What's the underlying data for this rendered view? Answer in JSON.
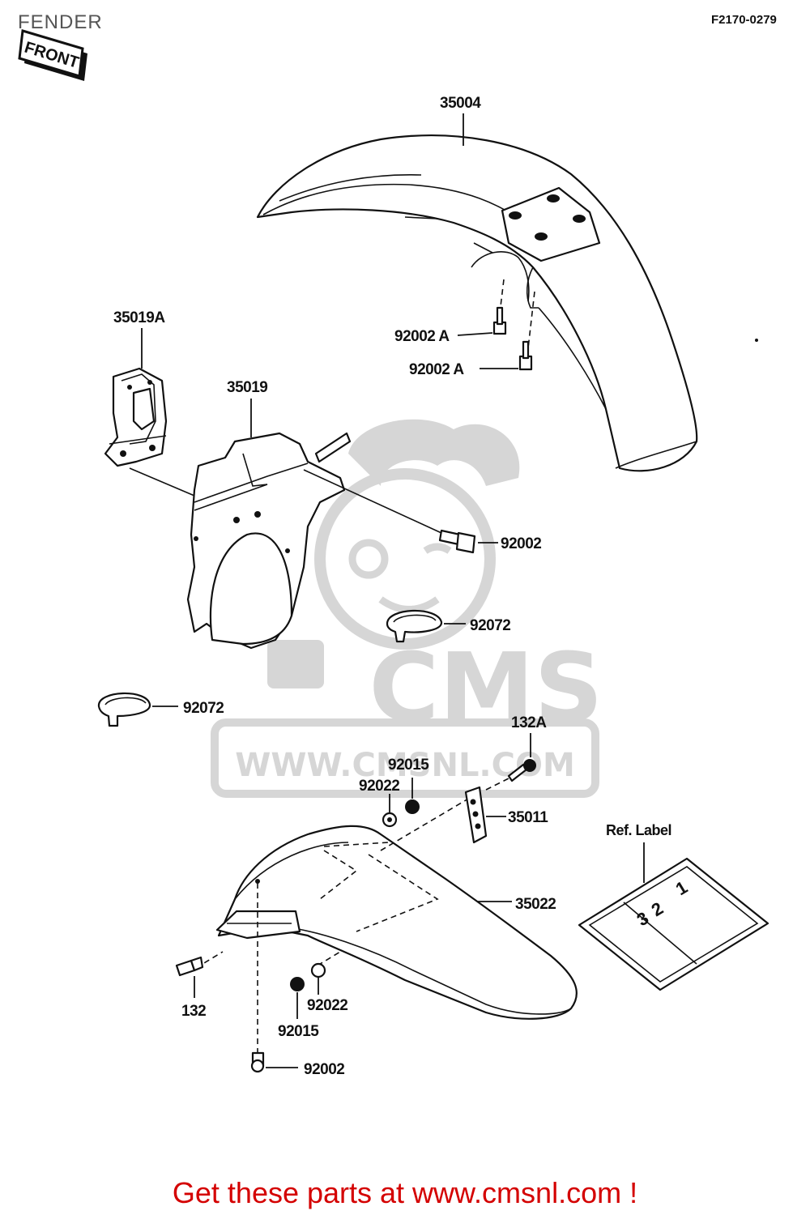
{
  "page": {
    "title": "FENDER",
    "diagram_code": "F2170-0279",
    "footer_text": "Get these parts at www.cmsnl.com !"
  },
  "badge": {
    "text": "FRONT"
  },
  "watermark": {
    "brand": "CMS",
    "url": "WWW.CMSNL.COM"
  },
  "callouts": {
    "p35004": "35004",
    "p35019A": "35019A",
    "p35019": "35019",
    "p92002A_1": "92002 A",
    "p92002A_2": "92002 A",
    "p92002_upper": "92002",
    "p92072_upper": "92072",
    "p92072_left": "92072",
    "p132A": "132A",
    "p92015_upper": "92015",
    "p92022_upper": "92022",
    "p35011": "35011",
    "p35022": "35022",
    "p132": "132",
    "p92022_lower": "92022",
    "p92015_lower": "92015",
    "p92002_lower": "92002"
  },
  "ref_label": {
    "title": "Ref. Label",
    "marks": [
      "3",
      "2",
      "1"
    ]
  },
  "colors": {
    "ink": "#111111",
    "footer": "#d40000",
    "watermark": "#d2d2d2"
  }
}
